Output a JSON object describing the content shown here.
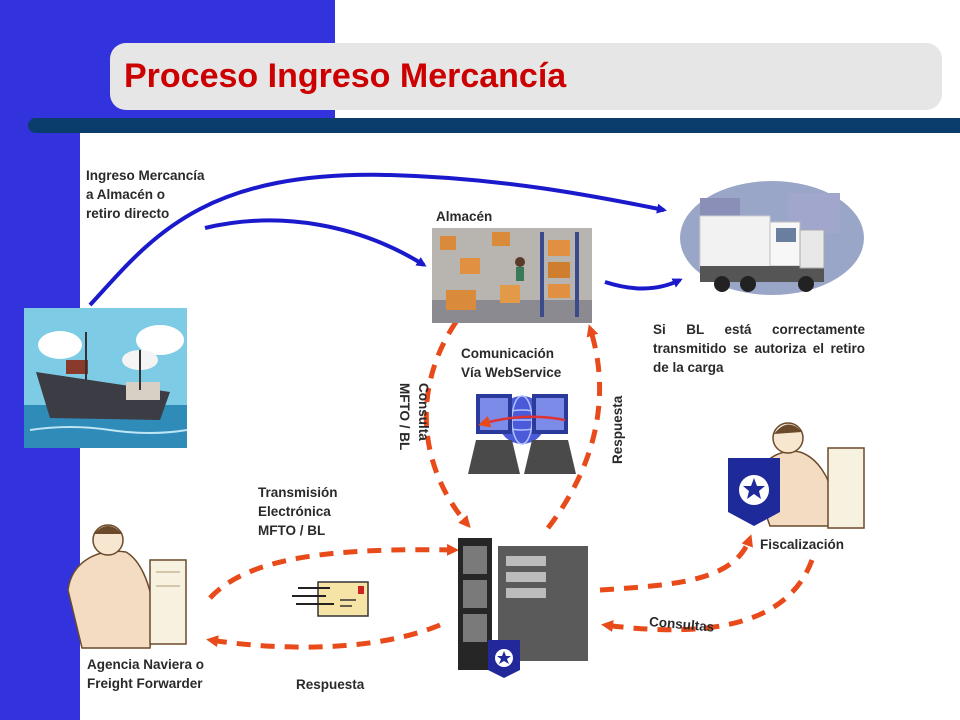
{
  "title": "Proceso Ingreso Mercancía",
  "labels": {
    "ingreso": "Ingreso Mercancía\n a Almacén o\nretiro directo",
    "almacen": "Almacén",
    "autoriza": "Si BL está correctamente transmitido se autoriza el retiro de la carga",
    "comunicacion": "Comunicación\nVía WebService",
    "consulta_mfto": "Consulta\nMFTO / BL",
    "respuesta_vertical": "Respuesta",
    "transmision": "Transmisión\nElectrónica\nMFTO / BL",
    "fiscalizacion": "Fiscalización",
    "consultas": "Consultas",
    "agencia": "Agencia Naviera o\nFreight Forwarder",
    "respuesta_bottom": "Respuesta"
  },
  "colors": {
    "band": "#3333dd",
    "title": "#cc0000",
    "rule": "#0a3d6b",
    "arrow_solid": "#1a1acc",
    "arrow_dashed": "#e84a1a"
  }
}
